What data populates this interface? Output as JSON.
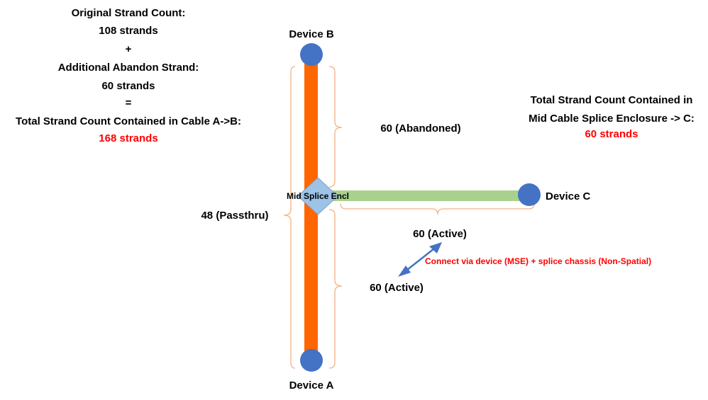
{
  "colors": {
    "cable_ab": "#ff6600",
    "cable_c": "#a9d18e",
    "device_node": "#4472c4",
    "enclosure": "#9dc3e6",
    "brace": "#f4b183",
    "arrow": "#4472c4",
    "highlight_text": "#ff0000"
  },
  "left_summary": {
    "line1": "Original Strand Count:",
    "line2": "108 strands",
    "plus": "+",
    "line3": "Additional Abandon Strand:",
    "line4": "60 strands",
    "equals": "=",
    "line5": "Total Strand Count Contained in Cable A->B:",
    "total": "168 strands"
  },
  "right_summary": {
    "line1": "Total Strand Count Contained in",
    "line2": "Mid Cable Splice Enclosure -> C:",
    "total": "60 strands"
  },
  "devices": {
    "a": "Device A",
    "b": "Device B",
    "c": "Device C"
  },
  "enclosure_label": "Mid Splice Encl",
  "segments": {
    "abandoned": "60 (Abandoned)",
    "passthru": "48 (Passthru)",
    "active_c": "60 (Active)",
    "active_a": "60 (Active)"
  },
  "connection_note": "Connect via device (MSE) + splice chassis (Non-Spatial)"
}
